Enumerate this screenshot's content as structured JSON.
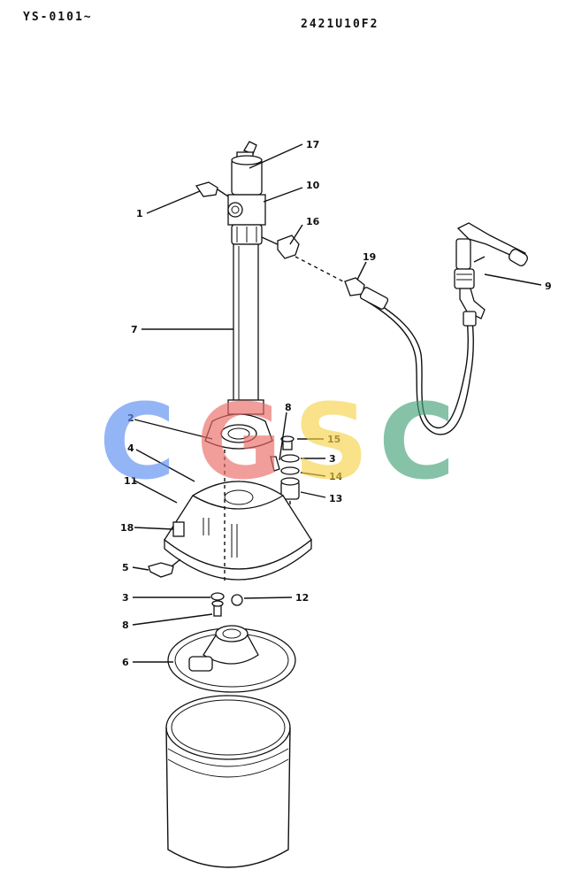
{
  "header": {
    "left_code": "YS-0101~",
    "right_code": "2421U10F2"
  },
  "watermark": {
    "letters": [
      {
        "char": "C",
        "color": "#5b8ff0"
      },
      {
        "char": "G",
        "color": "#ea6b66"
      },
      {
        "char": "S",
        "color": "#f6d34b"
      },
      {
        "char": "C",
        "color": "#47a37a"
      }
    ]
  },
  "labels": {
    "p1": "1",
    "p2": "2",
    "p3a": "3",
    "p3b": "3",
    "p4": "4",
    "p5": "5",
    "p6": "6",
    "p7": "7",
    "p8a": "8",
    "p8b": "8",
    "p9": "9",
    "p10": "10",
    "p11": "11",
    "p12": "12",
    "p13": "13",
    "p14": "14",
    "p15": "15",
    "p16": "16",
    "p17": "17",
    "p18": "18",
    "p19": "19"
  }
}
